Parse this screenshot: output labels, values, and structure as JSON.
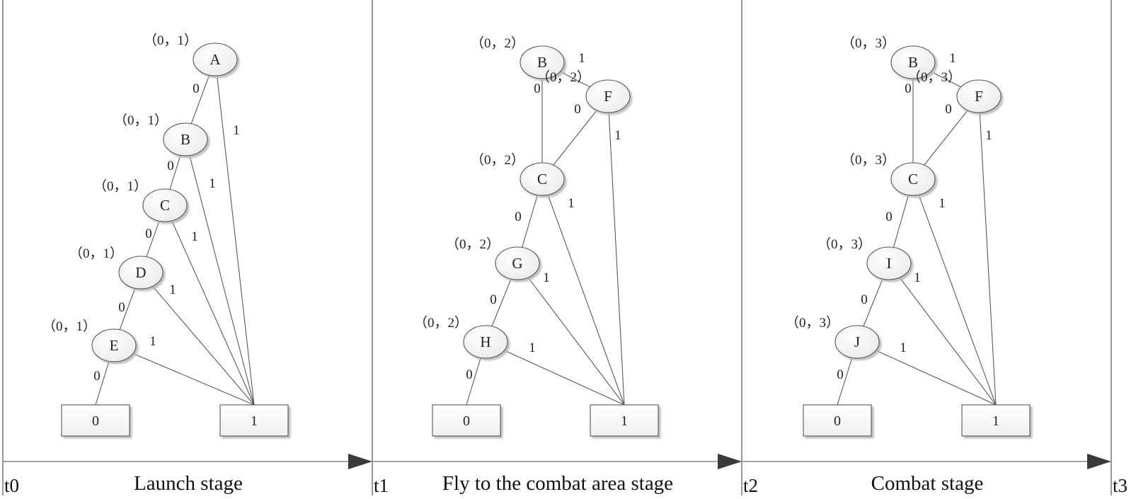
{
  "time_markers": [
    "t0",
    "t1",
    "t2",
    "t3"
  ],
  "stages": [
    {
      "label": "Launch stage",
      "nodes": [
        {
          "id": "A",
          "tuple": "（0，1）"
        },
        {
          "id": "B",
          "tuple": "（0，1）"
        },
        {
          "id": "C",
          "tuple": "（0，1）"
        },
        {
          "id": "D",
          "tuple": "（0，1）"
        },
        {
          "id": "E",
          "tuple": "（0，1）"
        }
      ],
      "terminals": [
        "0",
        "1"
      ],
      "edges": [
        {
          "from": "A",
          "to": "B",
          "label": "0"
        },
        {
          "from": "A",
          "to": "1",
          "label": "1"
        },
        {
          "from": "B",
          "to": "C",
          "label": "0"
        },
        {
          "from": "B",
          "to": "1",
          "label": "1"
        },
        {
          "from": "C",
          "to": "D",
          "label": "0"
        },
        {
          "from": "C",
          "to": "1",
          "label": "1"
        },
        {
          "from": "D",
          "to": "E",
          "label": "0"
        },
        {
          "from": "D",
          "to": "1",
          "label": "1"
        },
        {
          "from": "E",
          "to": "0",
          "label": "0"
        },
        {
          "from": "E",
          "to": "1",
          "label": "1"
        }
      ]
    },
    {
      "label": "Fly to the combat area stage",
      "nodes": [
        {
          "id": "B",
          "tuple": "（0，2）"
        },
        {
          "id": "F",
          "tuple": "（0，2）"
        },
        {
          "id": "C",
          "tuple": "（0，2）"
        },
        {
          "id": "G",
          "tuple": "（0，2）"
        },
        {
          "id": "H",
          "tuple": "（0，2）"
        }
      ],
      "terminals": [
        "0",
        "1"
      ],
      "edges": [
        {
          "from": "B",
          "to": "F",
          "label": "1"
        },
        {
          "from": "B",
          "to": "C",
          "label": "0"
        },
        {
          "from": "F",
          "to": "C",
          "label": "0"
        },
        {
          "from": "F",
          "to": "1",
          "label": "1"
        },
        {
          "from": "C",
          "to": "G",
          "label": "0"
        },
        {
          "from": "C",
          "to": "1",
          "label": "1"
        },
        {
          "from": "G",
          "to": "H",
          "label": "0"
        },
        {
          "from": "G",
          "to": "1",
          "label": "1"
        },
        {
          "from": "H",
          "to": "0",
          "label": "0"
        },
        {
          "from": "H",
          "to": "1",
          "label": "1"
        }
      ]
    },
    {
      "label": "Combat stage",
      "nodes": [
        {
          "id": "B",
          "tuple": "（0，3）"
        },
        {
          "id": "F",
          "tuple": "（0，3）"
        },
        {
          "id": "C",
          "tuple": "（0，3）"
        },
        {
          "id": "I",
          "tuple": "（0，3）"
        },
        {
          "id": "J",
          "tuple": "（0，3）"
        }
      ],
      "terminals": [
        "0",
        "1"
      ],
      "edges": [
        {
          "from": "B",
          "to": "F",
          "label": "1"
        },
        {
          "from": "B",
          "to": "C",
          "label": "0"
        },
        {
          "from": "F",
          "to": "C",
          "label": "0"
        },
        {
          "from": "F",
          "to": "1",
          "label": "1"
        },
        {
          "from": "C",
          "to": "I",
          "label": "0"
        },
        {
          "from": "C",
          "to": "1",
          "label": "1"
        },
        {
          "from": "I",
          "to": "J",
          "label": "0"
        },
        {
          "from": "I",
          "to": "1",
          "label": "1"
        },
        {
          "from": "J",
          "to": "0",
          "label": "0"
        },
        {
          "from": "J",
          "to": "1",
          "label": "1"
        }
      ]
    }
  ]
}
